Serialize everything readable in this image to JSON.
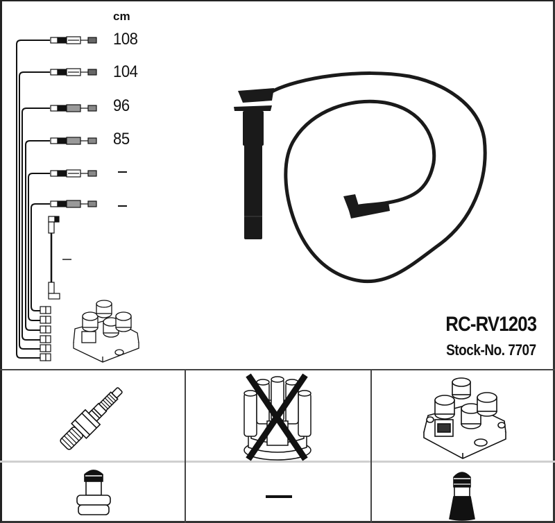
{
  "header": {
    "unit": "cm"
  },
  "cable_set": {
    "leads": [
      {
        "length": "108"
      },
      {
        "length": "104"
      },
      {
        "length": "96"
      },
      {
        "length": "85"
      },
      {
        "length": "–"
      },
      {
        "length": "–"
      }
    ],
    "coil_lead_length": "–"
  },
  "product": {
    "part_number": "RC-RV1203",
    "stock_number": "Stock-No. 7707"
  },
  "compatibility_grid": {
    "row1": [
      {
        "icon": "spark-plug-icon",
        "crossed": false
      },
      {
        "icon": "distributor-cap-icon",
        "crossed": true
      },
      {
        "icon": "ignition-coil-icon",
        "crossed": false
      }
    ],
    "row2": [
      {
        "icon": "plug-boot-straight-icon",
        "value": ""
      },
      {
        "icon": "none",
        "value": "—"
      },
      {
        "icon": "plug-boot-tapered-icon",
        "value": ""
      }
    ]
  },
  "colors": {
    "line": "#111111",
    "frame": "#333333",
    "grid_light": "#cfcfcf",
    "background": "#ffffff"
  }
}
